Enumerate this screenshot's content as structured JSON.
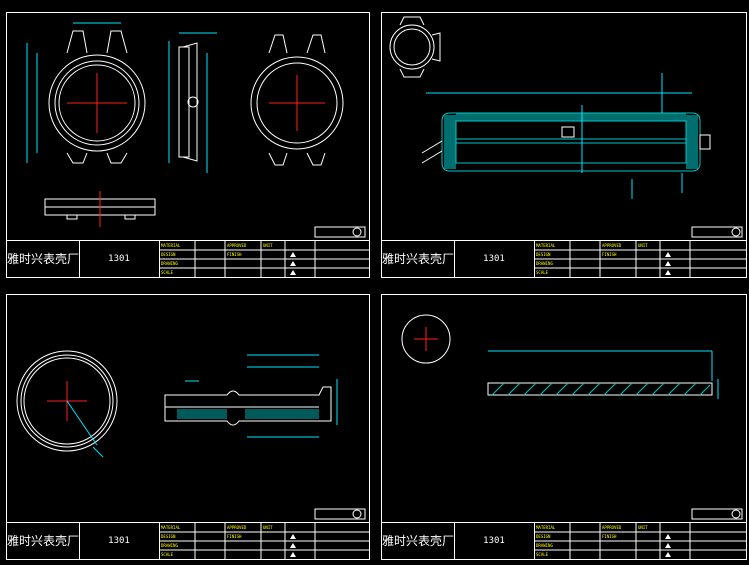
{
  "brand": "雅时兴表壳厂",
  "part_no": "1301",
  "sheets": [
    {
      "id": "sheet-1",
      "labels": [
        "MATERIAL",
        "DESIGN",
        "DRAWING",
        "SCALE",
        "APPROVED",
        "FINISH",
        "UNIT"
      ]
    },
    {
      "id": "sheet-2",
      "labels": [
        "MATERIAL",
        "DESIGN",
        "DRAWING",
        "SCALE",
        "APPROVED",
        "FINISH",
        "UNIT"
      ]
    },
    {
      "id": "sheet-3",
      "labels": [
        "MATERIAL",
        "DESIGN",
        "DRAWING",
        "SCALE",
        "APPROVED",
        "FINISH",
        "UNIT"
      ]
    },
    {
      "id": "sheet-4",
      "labels": [
        "MATERIAL",
        "DESIGN",
        "DRAWING",
        "SCALE",
        "APPROVED",
        "FINISH",
        "UNIT"
      ]
    }
  ],
  "colors": {
    "outline": "#ffffff",
    "dimension": "#00e5ff",
    "centerline": "#ff2020",
    "section": "#00c8c8",
    "annotation": "#ffff00"
  }
}
